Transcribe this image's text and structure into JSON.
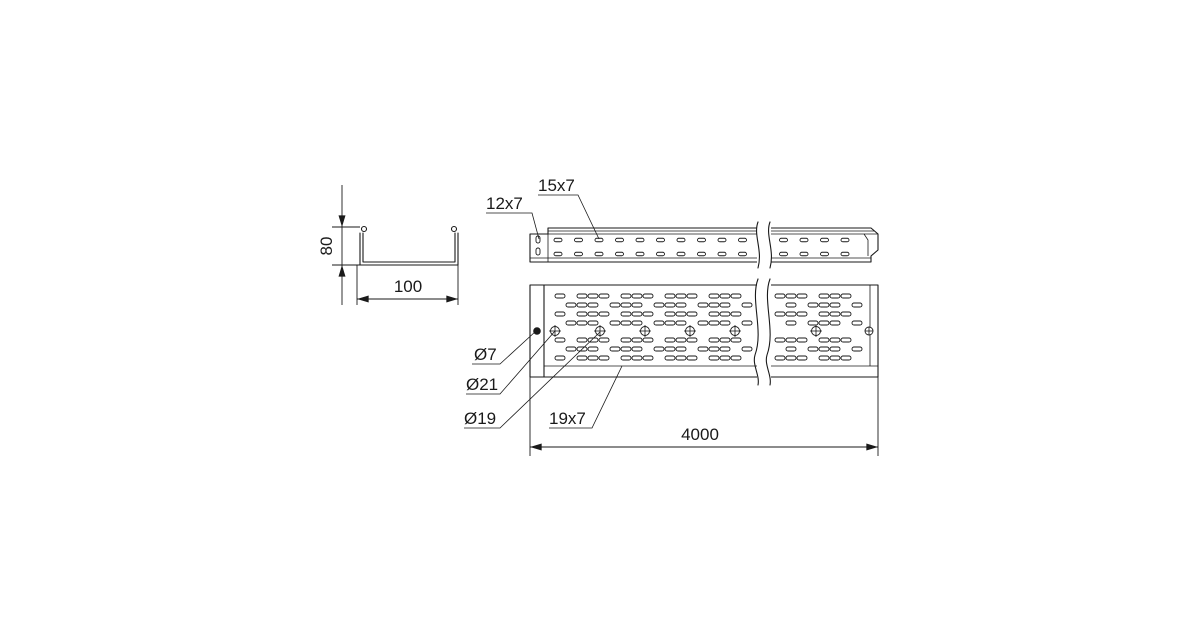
{
  "colors": {
    "line": "#1a1a1a",
    "background": "#ffffff"
  },
  "cross_section": {
    "height": "80",
    "width": "100"
  },
  "side_view": {
    "end_slot": "12x7",
    "side_slot": "15x7"
  },
  "bottom_view": {
    "round_hole": "Ø7",
    "ring_hole": "Ø21",
    "cross_hole": "Ø19",
    "bottom_slot": "19x7",
    "length": "4000"
  }
}
